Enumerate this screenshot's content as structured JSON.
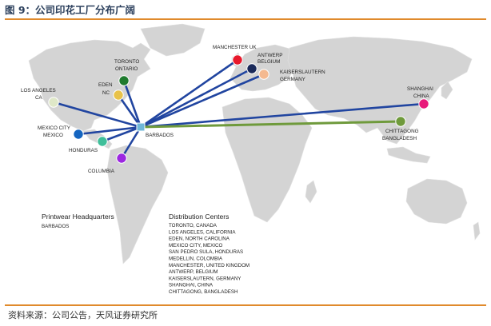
{
  "figure": {
    "title": "图 9：公司印花工厂分布广阔",
    "source": "资料来源：公司公告，天风证券研究所"
  },
  "hub": {
    "label": "BARBADOS",
    "color": "#6fb7d8"
  },
  "sites": [
    {
      "label1": "TORONTO",
      "label2": "ONTARIO",
      "color": "#1f7a2e"
    },
    {
      "label1": "EDEN",
      "label2": "NC",
      "color": "#e8c24a"
    },
    {
      "label1": "LOS ANGELES",
      "label2": "CA",
      "color": "#dfe8c8"
    },
    {
      "label1": "MEXICO CITY",
      "label2": "MEXICO",
      "color": "#1565c0"
    },
    {
      "label1": "HONDURAS",
      "label2": "",
      "color": "#3fbf9a"
    },
    {
      "label1": "COLUMBIA",
      "label2": "",
      "color": "#9c27e0"
    },
    {
      "label1": "MANCHESTER UK",
      "label2": "",
      "color": "#e8192c"
    },
    {
      "label1": "ANTWERP",
      "label2": "BELGIUM",
      "color": "#1a2a5a"
    },
    {
      "label1": "KAISERSLAUTERN",
      "label2": "GERMANY",
      "color": "#f4b990"
    },
    {
      "label1": "SHANGHAI",
      "label2": "CHINA",
      "color": "#e8197a"
    },
    {
      "label1": "CHITTAGONG",
      "label2": "BANGLADESH",
      "color": "#6f9a3c"
    }
  ],
  "route_colors": {
    "primary": "#2145a0",
    "bangladesh": "#6f9a3c"
  },
  "headquarters": {
    "title": "Printwear Headquarters",
    "location": "BARBADOS"
  },
  "distribution": {
    "title": "Distribution Centers",
    "items": [
      "TORONTO, CANADA",
      "LOS ANGELES, CALIFORNIA",
      "EDEN, NORTH CAROLINA",
      "MEXICO CITY, MEXICO",
      "SAN PEDRO SULA, HONDURAS",
      "MEDELLIN, COLOMBIA",
      "MANCHESTER, UNITED KINGDOM",
      "ANTWERP, BELGIUM",
      "KAISERSLAUTERN, GERMANY",
      "SHANGHAI, CHINA",
      "CHITTAGONG, BANGLADESH"
    ]
  }
}
